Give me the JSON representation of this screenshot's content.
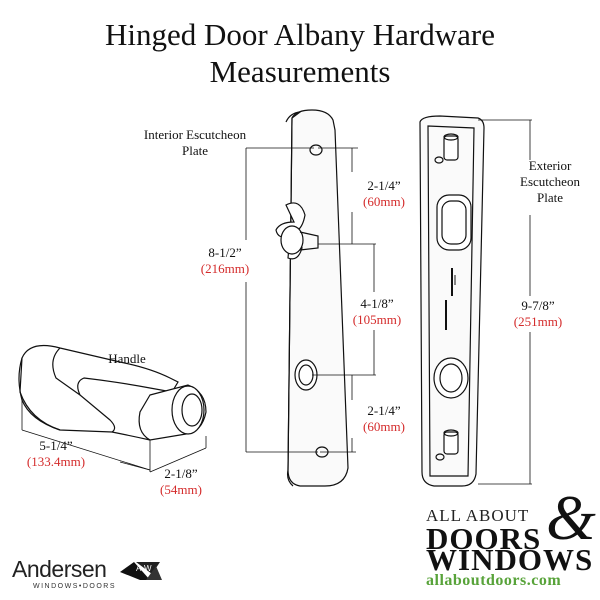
{
  "title_line1": "Hinged Door Albany Hardware",
  "title_line2": "Measurements",
  "labels": {
    "interior_line1": "Interior Escutcheon",
    "interior_line2": "Plate",
    "exterior_line1": "Exterior",
    "exterior_line2": "Escutcheon",
    "exterior_line3": "Plate",
    "handle": "Handle"
  },
  "measurements": {
    "top_spacing": {
      "imperial": "2-1/4”",
      "metric": "(60mm)"
    },
    "interior_height": {
      "imperial": "8-1/2”",
      "metric": "(216mm)"
    },
    "center_spacing": {
      "imperial": "4-1/8”",
      "metric": "(105mm)"
    },
    "bottom_spacing": {
      "imperial": "2-1/4”",
      "metric": "(60mm)"
    },
    "exterior_height": {
      "imperial": "9-7/8”",
      "metric": "(251mm)"
    },
    "handle_length": {
      "imperial": "5-1/4”",
      "metric": "(133.4mm)"
    },
    "handle_depth": {
      "imperial": "2-1/8”",
      "metric": "(54mm)"
    }
  },
  "logos": {
    "andersen_name": "Andersen",
    "andersen_sub": "WINDOWS•DOORS",
    "andersen_mark": "A-W",
    "aa_line1": "ALL ABOUT",
    "aa_line2": "DOORS",
    "aa_line3": "WINDOWS",
    "aa_amp": "&",
    "aa_url": "allaboutdoors.com"
  },
  "colors": {
    "metric_text": "#d42b2b",
    "url_text": "#58a33a",
    "line": "#111111"
  }
}
